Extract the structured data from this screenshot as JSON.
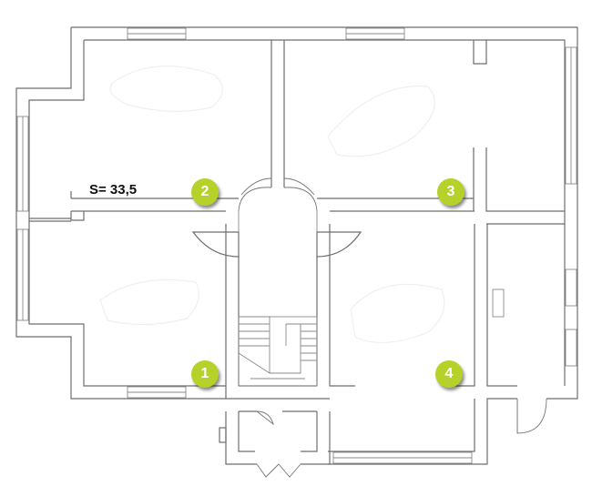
{
  "plan": {
    "area_label": "S= 33,5",
    "markers": [
      {
        "id": "room-1",
        "number": "1"
      },
      {
        "id": "room-2",
        "number": "2"
      },
      {
        "id": "room-3",
        "number": "3"
      },
      {
        "id": "room-4",
        "number": "4"
      }
    ],
    "marker_color": "#b6d12a",
    "wall_color": "#6e6e6e"
  }
}
